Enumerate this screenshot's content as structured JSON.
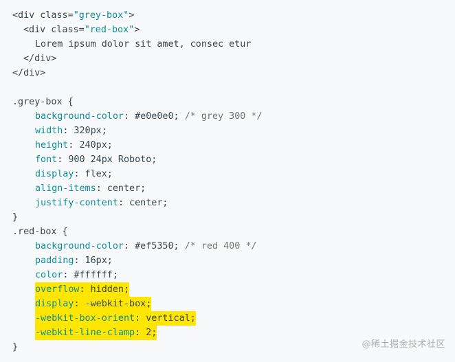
{
  "html_code": {
    "l1": [
      "<div class=",
      "\"grey-box\"",
      ">"
    ],
    "l2": [
      "<div class=",
      "\"red-box\"",
      ">"
    ],
    "l3": "Lorem ipsum dolor sit amet, consec etur",
    "l4": "</div>",
    "l5": "</div>"
  },
  "grey_box": {
    "selector": ".grey-box {",
    "rules": [
      {
        "prop": "background-color",
        "value": ": #e0e0e0; ",
        "comment": "/* grey 300 */"
      },
      {
        "prop": "width",
        "value": ": 320px;",
        "comment": ""
      },
      {
        "prop": "height",
        "value": ": 240px;",
        "comment": ""
      },
      {
        "prop": "font",
        "value": ": 900 24px Roboto;",
        "comment": ""
      },
      {
        "prop": "display",
        "value": ": flex;",
        "comment": ""
      },
      {
        "prop": "align-items",
        "value": ": center;",
        "comment": ""
      },
      {
        "prop": "justify-content",
        "value": ": center;",
        "comment": ""
      }
    ],
    "close": "}"
  },
  "red_box": {
    "selector": ".red-box {",
    "rules": [
      {
        "prop": "background-color",
        "value": ": #ef5350; ",
        "comment": "/* red 400 */"
      },
      {
        "prop": "padding",
        "value": ": 16px;",
        "comment": ""
      },
      {
        "prop": "color",
        "value": ": #ffffff;",
        "comment": ""
      }
    ],
    "highlighted_rules": [
      {
        "prop": "overflow",
        "value": ": hidden;"
      },
      {
        "prop": "display",
        "value": ": -webkit-box;"
      },
      {
        "prop": "-webkit-box-orient",
        "value": ": vertical;"
      },
      {
        "prop": "-webkit-line-clamp",
        "value": ": 2;"
      }
    ],
    "close": "}"
  },
  "watermark": "@稀土掘金技术社区",
  "colors": {
    "background": "#f8f9fa",
    "highlight": "#ffe600",
    "property": "#0d8d9b",
    "comment": "#757575",
    "text": "#37474f"
  }
}
